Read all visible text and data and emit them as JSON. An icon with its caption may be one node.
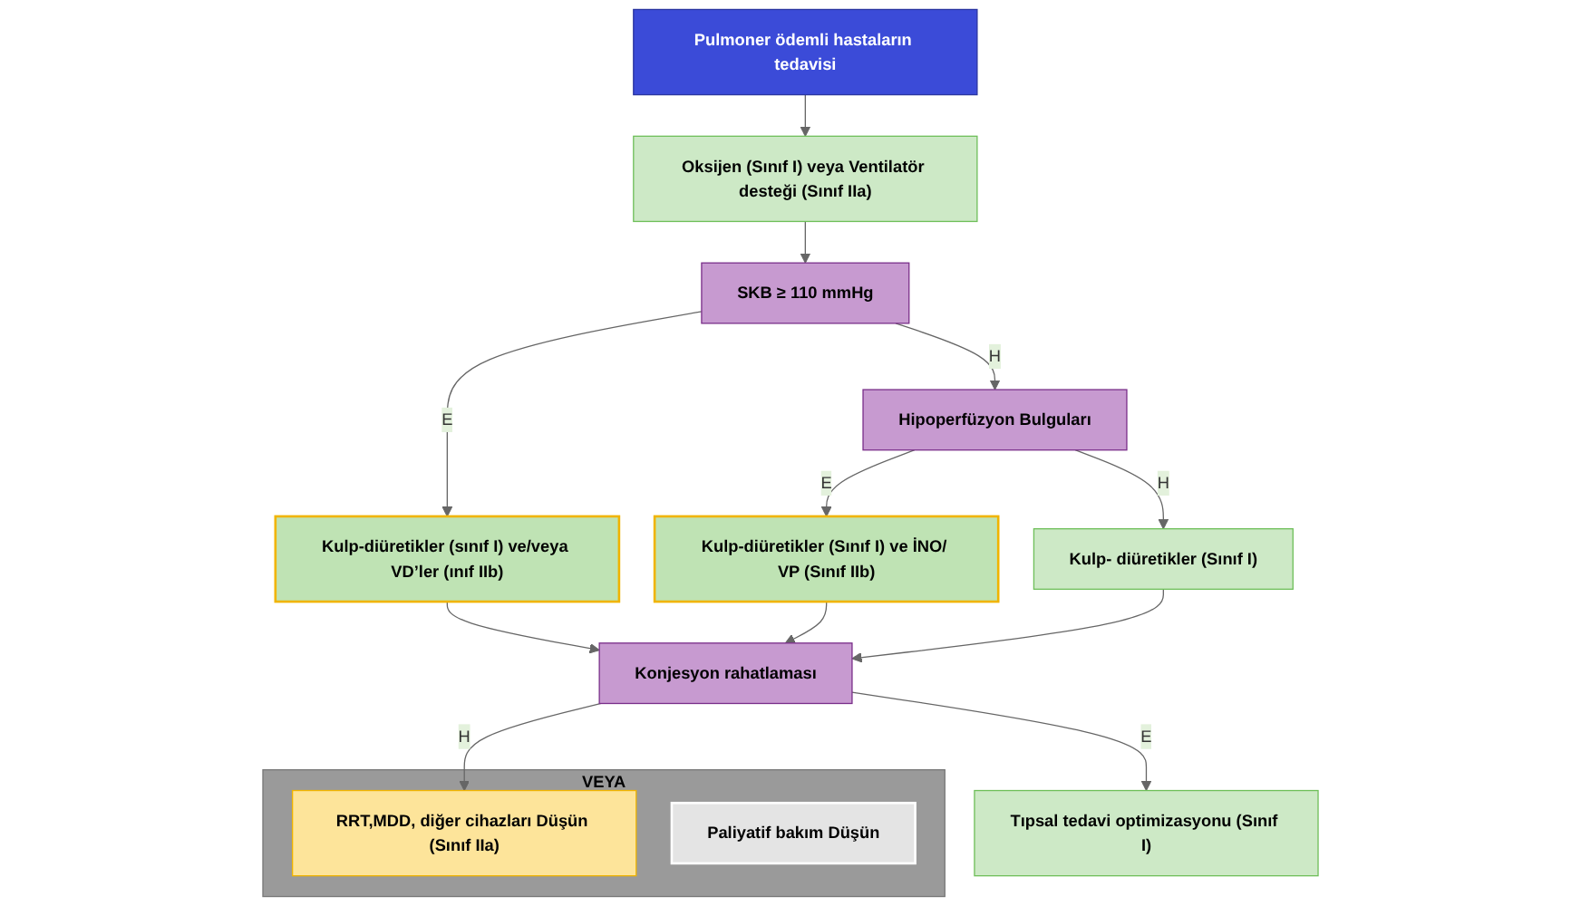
{
  "diagram": {
    "nodes": [
      {
        "text": [
          "Pulmoner ödemli hastaların tedavisi"
        ]
      },
      {
        "text": [
          "Oksijen (Sınıf I) veya Ventilatör desteği (Sınıf IIa)"
        ]
      },
      {
        "text": [
          "SKB ≥ 110 mmHg"
        ]
      },
      {
        "text": [
          "Hipoperfüzyon Bulguları"
        ]
      },
      {
        "text": [
          "Kulp-diüretikler (sınıf I) ve/veya VD’ler (ınıf IIb)"
        ]
      },
      {
        "text": [
          "Kulp-diüretikler (Sınıf I) ve İNO/ VP (Sınıf IIb)"
        ]
      },
      {
        "text": [
          "Kulp- diüretikler (Sınıf I)"
        ]
      },
      {
        "text": [
          "Konjesyon rahatlaması"
        ]
      },
      {
        "text": [
          "VEYA"
        ]
      },
      {
        "text": [
          "RRT,MDD, diğer cihazları Düşün (Sınıf IIa)"
        ],
        "in": 8
      },
      {
        "text": [
          "Paliyatif bakım Düşün"
        ],
        "in": 8
      },
      {
        "text": [
          "Tıpsal tedavi optimizasyonu (Sınıf I)"
        ]
      }
    ],
    "edges": [
      {
        "from": 0,
        "to": 1,
        "arrow": "to"
      },
      {
        "from": 1,
        "to": 2,
        "arrow": "to"
      },
      {
        "from": 2,
        "to": 4,
        "label": "E",
        "arrow": "to"
      },
      {
        "from": 2,
        "to": 3,
        "label": "H",
        "arrow": "to"
      },
      {
        "from": 3,
        "to": 6,
        "label": "H",
        "arrow": "to"
      },
      {
        "from": 3,
        "to": 5,
        "label": "E",
        "arrow": "to"
      },
      {
        "from": 4,
        "to": 7,
        "arrow": "to"
      },
      {
        "from": 5,
        "to": 7,
        "arrow": "to"
      },
      {
        "from": 6,
        "to": 7,
        "arrow": "to"
      },
      {
        "from": 7,
        "to": 9,
        "label": "H",
        "arrow": "to"
      },
      {
        "from": 7,
        "to": 11,
        "label": "E",
        "arrow": "to"
      }
    ]
  }
}
